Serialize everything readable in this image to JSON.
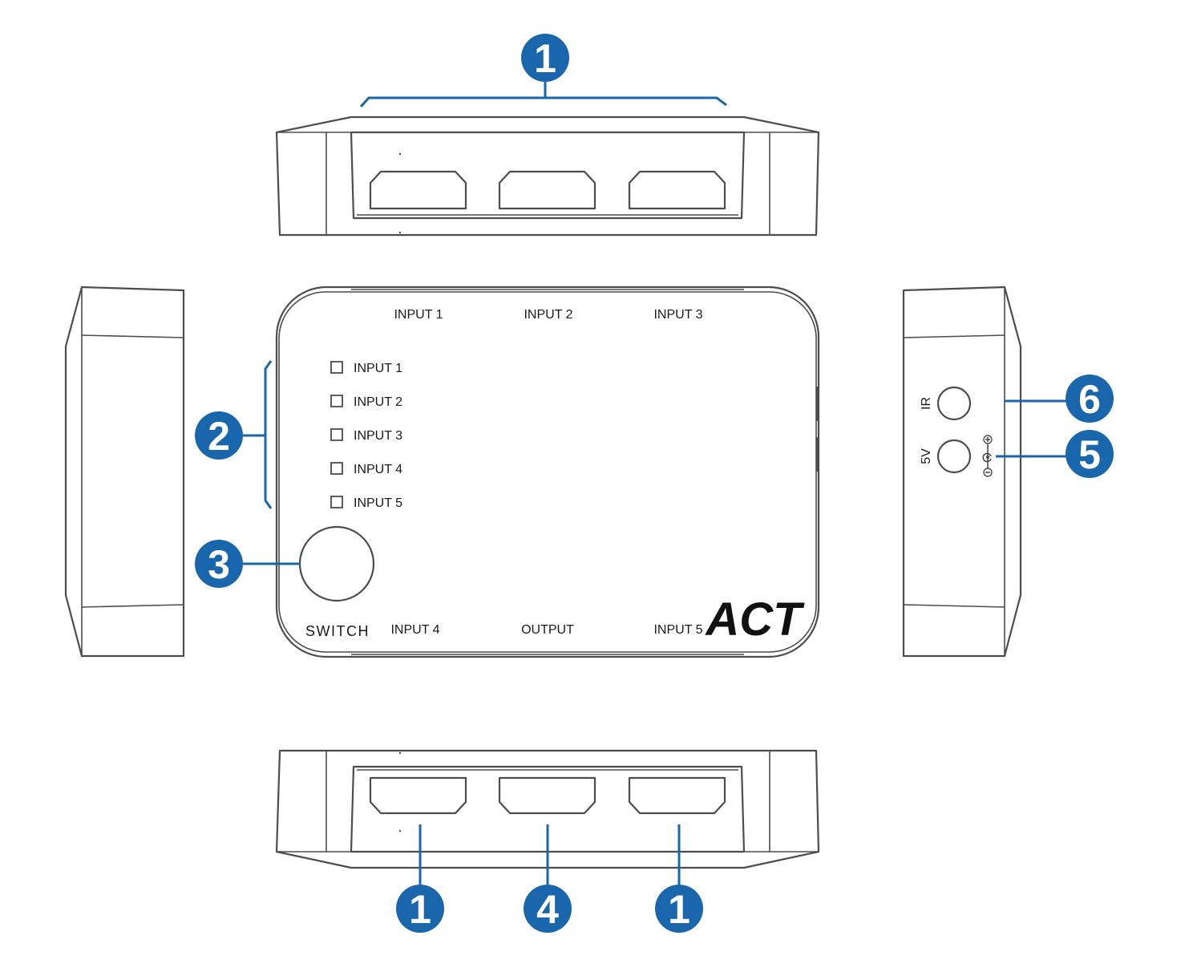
{
  "top_panel": {
    "badges": [
      "1"
    ]
  },
  "front_panel": {
    "port_labels_top": [
      "INPUT 1",
      "INPUT 2",
      "INPUT 3"
    ],
    "led_labels": [
      "INPUT 1",
      "INPUT 2",
      "INPUT 3",
      "INPUT 4",
      "INPUT 5"
    ],
    "port_labels_bottom": [
      "INPUT 4",
      "OUTPUT",
      "INPUT 5"
    ],
    "switch_label": "SWITCH",
    "logo": "ACT"
  },
  "left_callouts": {
    "led_badge": "2",
    "switch_badge": "3"
  },
  "side_panel": {
    "ir_label": "IR",
    "power_label": "5V",
    "ir_badge": "6",
    "power_badge": "5"
  },
  "bottom_panel": {
    "badges": [
      "1",
      "4",
      "1"
    ]
  },
  "colors": {
    "callout_blue": "#1a66ad",
    "outline_gray": "#4d4d4d"
  }
}
